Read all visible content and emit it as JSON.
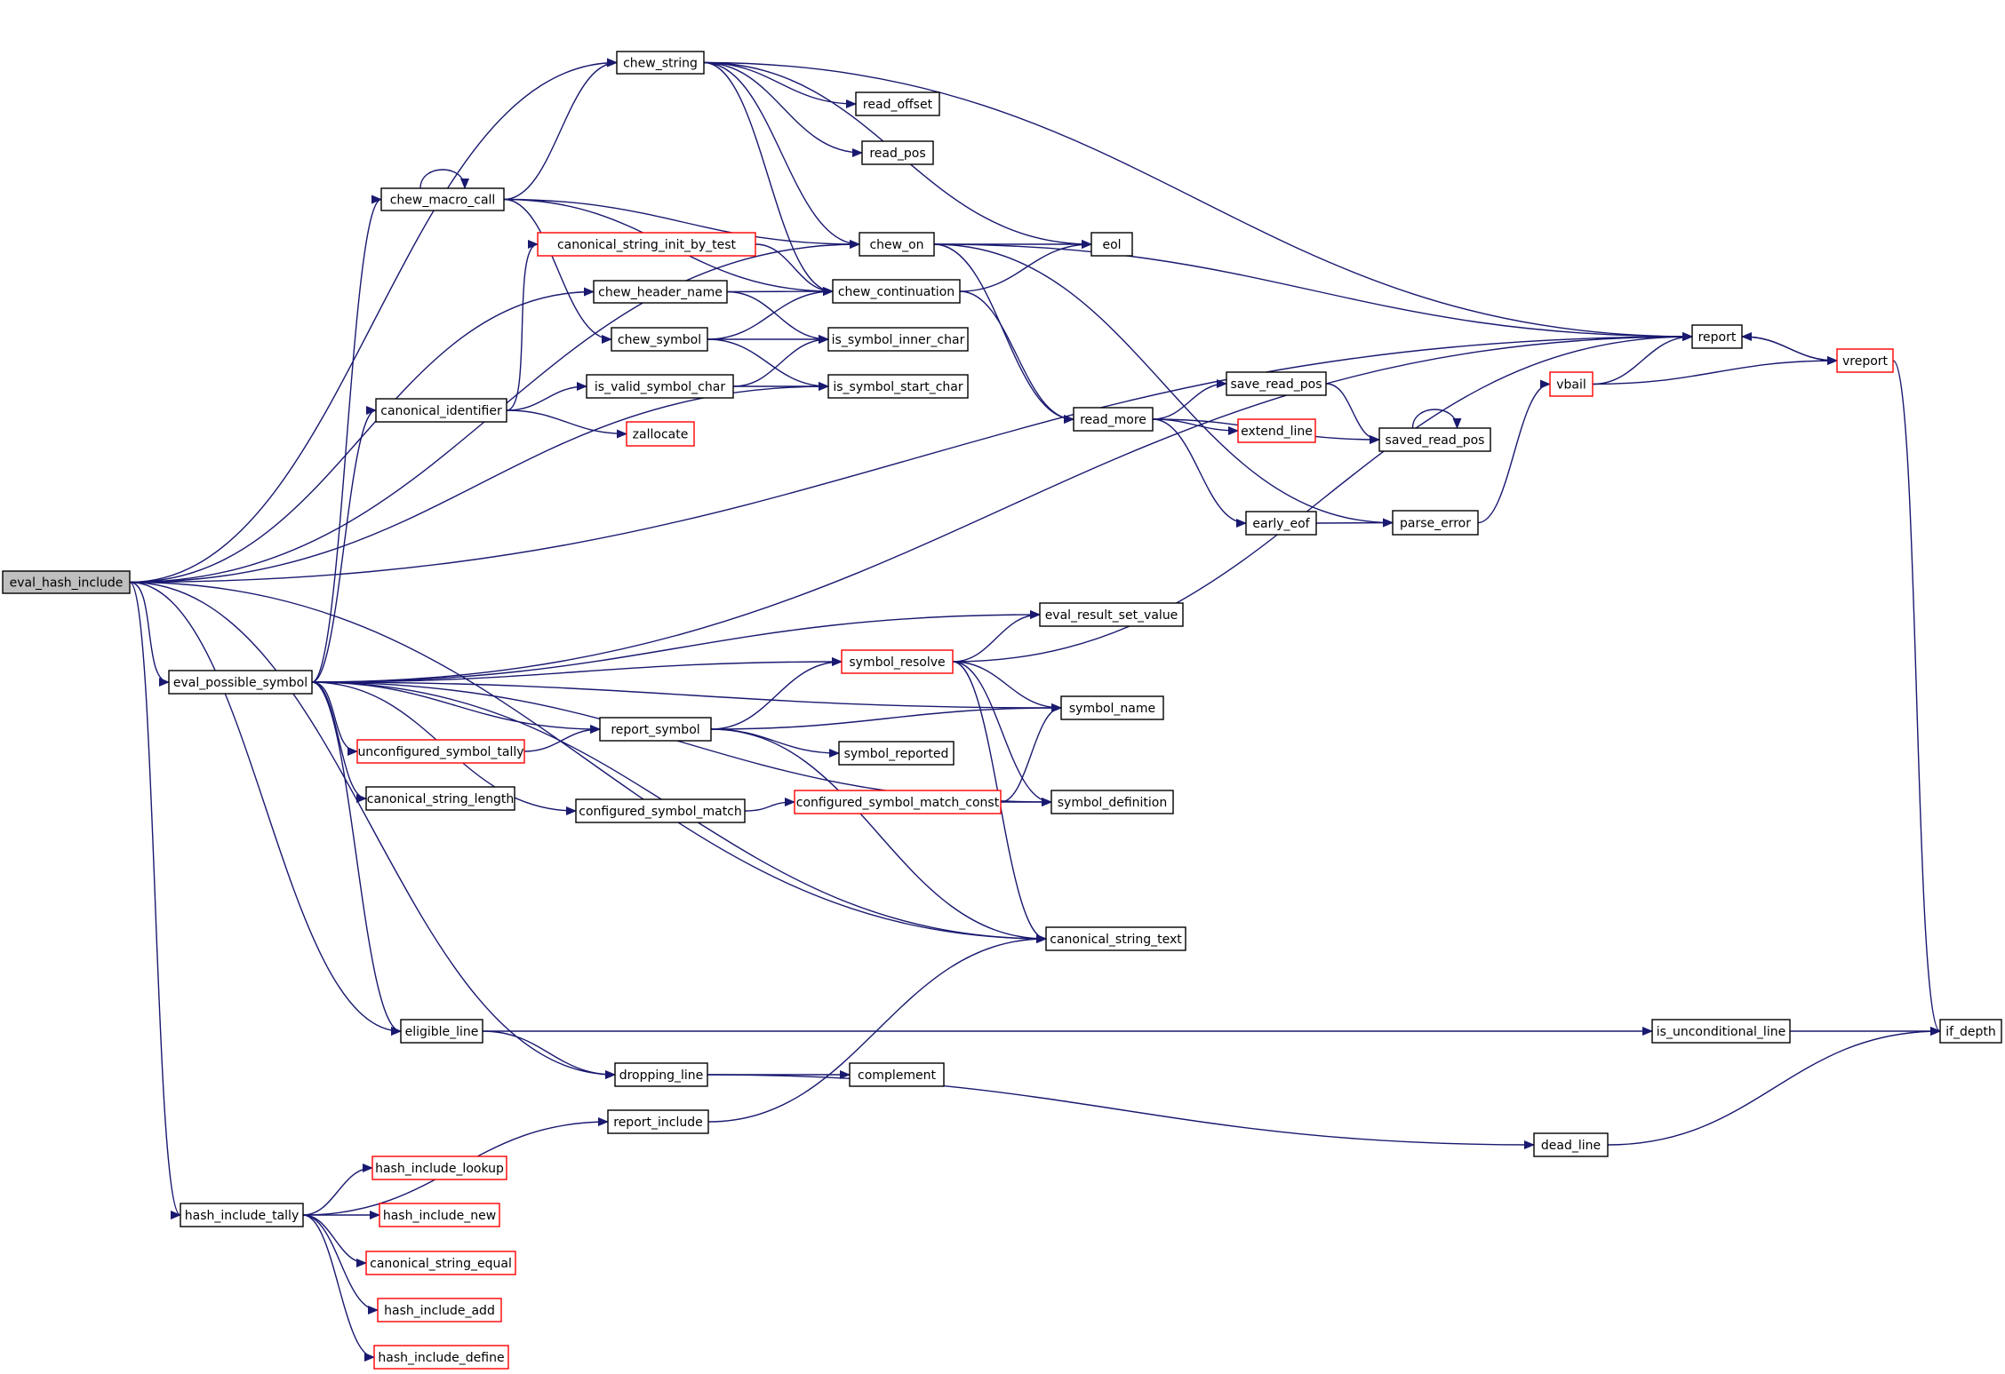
{
  "colors": {
    "edge": "#191970",
    "node_border": "#000000",
    "truncated_border": "#ff0000",
    "root_fill": "#bfbfbf"
  },
  "nodes": [
    {
      "id": "eval_hash_include",
      "label": "eval_hash_include",
      "root": true
    },
    {
      "id": "chew_string",
      "label": "chew_string"
    },
    {
      "id": "read_offset",
      "label": "read_offset"
    },
    {
      "id": "read_pos",
      "label": "read_pos"
    },
    {
      "id": "chew_macro_call",
      "label": "chew_macro_call"
    },
    {
      "id": "chew_on",
      "label": "chew_on"
    },
    {
      "id": "eol",
      "label": "eol"
    },
    {
      "id": "canonical_string_init_by_test",
      "label": "canonical_string_init_by_test",
      "truncated": true
    },
    {
      "id": "chew_header_name",
      "label": "chew_header_name"
    },
    {
      "id": "chew_continuation",
      "label": "chew_continuation"
    },
    {
      "id": "chew_symbol",
      "label": "chew_symbol"
    },
    {
      "id": "is_symbol_inner_char",
      "label": "is_symbol_inner_char"
    },
    {
      "id": "report",
      "label": "report"
    },
    {
      "id": "vreport",
      "label": "vreport",
      "truncated": true
    },
    {
      "id": "is_valid_symbol_char",
      "label": "is_valid_symbol_char"
    },
    {
      "id": "is_symbol_start_char",
      "label": "is_symbol_start_char"
    },
    {
      "id": "vbail",
      "label": "vbail",
      "truncated": true
    },
    {
      "id": "save_read_pos",
      "label": "save_read_pos"
    },
    {
      "id": "canonical_identifier",
      "label": "canonical_identifier"
    },
    {
      "id": "read_more",
      "label": "read_more"
    },
    {
      "id": "extend_line",
      "label": "extend_line",
      "truncated": true
    },
    {
      "id": "zallocate",
      "label": "zallocate",
      "truncated": true
    },
    {
      "id": "saved_read_pos",
      "label": "saved_read_pos"
    },
    {
      "id": "early_eof",
      "label": "early_eof"
    },
    {
      "id": "parse_error",
      "label": "parse_error"
    },
    {
      "id": "eval_result_set_value",
      "label": "eval_result_set_value"
    },
    {
      "id": "symbol_resolve",
      "label": "symbol_resolve",
      "truncated": true
    },
    {
      "id": "eval_possible_symbol",
      "label": "eval_possible_symbol"
    },
    {
      "id": "symbol_name",
      "label": "symbol_name"
    },
    {
      "id": "report_symbol",
      "label": "report_symbol"
    },
    {
      "id": "unconfigured_symbol_tally",
      "label": "unconfigured_symbol_tally",
      "truncated": true
    },
    {
      "id": "symbol_reported",
      "label": "symbol_reported"
    },
    {
      "id": "canonical_string_length",
      "label": "canonical_string_length"
    },
    {
      "id": "configured_symbol_match",
      "label": "configured_symbol_match"
    },
    {
      "id": "configured_symbol_match_const",
      "label": "configured_symbol_match_const",
      "truncated": true
    },
    {
      "id": "symbol_definition",
      "label": "symbol_definition"
    },
    {
      "id": "canonical_string_text",
      "label": "canonical_string_text"
    },
    {
      "id": "eligible_line",
      "label": "eligible_line"
    },
    {
      "id": "is_unconditional_line",
      "label": "is_unconditional_line"
    },
    {
      "id": "if_depth",
      "label": "if_depth"
    },
    {
      "id": "dropping_line",
      "label": "dropping_line"
    },
    {
      "id": "complement",
      "label": "complement"
    },
    {
      "id": "report_include",
      "label": "report_include"
    },
    {
      "id": "dead_line",
      "label": "dead_line"
    },
    {
      "id": "hash_include_lookup",
      "label": "hash_include_lookup",
      "truncated": true
    },
    {
      "id": "hash_include_tally",
      "label": "hash_include_tally"
    },
    {
      "id": "hash_include_new",
      "label": "hash_include_new",
      "truncated": true
    },
    {
      "id": "canonical_string_equal",
      "label": "canonical_string_equal",
      "truncated": true
    },
    {
      "id": "hash_include_add",
      "label": "hash_include_add",
      "truncated": true
    },
    {
      "id": "hash_include_define",
      "label": "hash_include_define",
      "truncated": true
    }
  ],
  "edges": [
    [
      "eval_hash_include",
      "chew_string"
    ],
    [
      "eval_hash_include",
      "report"
    ],
    [
      "eval_hash_include",
      "chew_on"
    ],
    [
      "eval_hash_include",
      "chew_header_name"
    ],
    [
      "eval_hash_include",
      "is_symbol_start_char"
    ],
    [
      "eval_hash_include",
      "eval_possible_symbol"
    ],
    [
      "eval_hash_include",
      "canonical_string_text"
    ],
    [
      "eval_hash_include",
      "eligible_line"
    ],
    [
      "eval_hash_include",
      "dropping_line"
    ],
    [
      "eval_hash_include",
      "hash_include_tally"
    ],
    [
      "chew_string",
      "read_offset"
    ],
    [
      "chew_string",
      "read_pos"
    ],
    [
      "chew_string",
      "chew_on"
    ],
    [
      "chew_string",
      "eol"
    ],
    [
      "chew_string",
      "chew_continuation"
    ],
    [
      "chew_string",
      "report"
    ],
    [
      "chew_macro_call",
      "chew_string"
    ],
    [
      "chew_macro_call",
      "chew_macro_call"
    ],
    [
      "chew_macro_call",
      "chew_on"
    ],
    [
      "chew_macro_call",
      "chew_continuation"
    ],
    [
      "chew_macro_call",
      "chew_symbol"
    ],
    [
      "chew_on",
      "eol"
    ],
    [
      "chew_on",
      "report"
    ],
    [
      "chew_on",
      "read_more"
    ],
    [
      "chew_on",
      "parse_error"
    ],
    [
      "canonical_string_init_by_test",
      "chew_continuation"
    ],
    [
      "chew_header_name",
      "chew_continuation"
    ],
    [
      "chew_header_name",
      "is_symbol_inner_char"
    ],
    [
      "chew_symbol",
      "chew_continuation"
    ],
    [
      "chew_symbol",
      "is_symbol_inner_char"
    ],
    [
      "chew_symbol",
      "is_symbol_start_char"
    ],
    [
      "chew_continuation",
      "eol"
    ],
    [
      "chew_continuation",
      "read_more"
    ],
    [
      "canonical_identifier",
      "canonical_string_init_by_test"
    ],
    [
      "canonical_identifier",
      "is_valid_symbol_char"
    ],
    [
      "canonical_identifier",
      "zallocate"
    ],
    [
      "is_valid_symbol_char",
      "is_symbol_inner_char"
    ],
    [
      "is_valid_symbol_char",
      "is_symbol_start_char"
    ],
    [
      "read_more",
      "save_read_pos"
    ],
    [
      "read_more",
      "extend_line"
    ],
    [
      "read_more",
      "saved_read_pos"
    ],
    [
      "read_more",
      "early_eof"
    ],
    [
      "save_read_pos",
      "saved_read_pos"
    ],
    [
      "saved_read_pos",
      "saved_read_pos"
    ],
    [
      "early_eof",
      "parse_error"
    ],
    [
      "parse_error",
      "vbail"
    ],
    [
      "vbail",
      "report"
    ],
    [
      "vbail",
      "vreport"
    ],
    [
      "report",
      "vreport"
    ],
    [
      "vreport",
      "report"
    ],
    [
      "vreport",
      "if_depth"
    ],
    [
      "eval_possible_symbol",
      "chew_macro_call"
    ],
    [
      "eval_possible_symbol",
      "canonical_identifier"
    ],
    [
      "eval_possible_symbol",
      "report"
    ],
    [
      "eval_possible_symbol",
      "eval_result_set_value"
    ],
    [
      "eval_possible_symbol",
      "symbol_name"
    ],
    [
      "eval_possible_symbol",
      "symbol_resolve"
    ],
    [
      "eval_possible_symbol",
      "report_symbol"
    ],
    [
      "eval_possible_symbol",
      "unconfigured_symbol_tally"
    ],
    [
      "eval_possible_symbol",
      "canonical_string_length"
    ],
    [
      "eval_possible_symbol",
      "configured_symbol_match"
    ],
    [
      "eval_possible_symbol",
      "symbol_definition"
    ],
    [
      "eval_possible_symbol",
      "canonical_string_text"
    ],
    [
      "eval_possible_symbol",
      "eligible_line"
    ],
    [
      "symbol_resolve",
      "eval_result_set_value"
    ],
    [
      "symbol_resolve",
      "symbol_name"
    ],
    [
      "symbol_resolve",
      "symbol_definition"
    ],
    [
      "symbol_resolve",
      "canonical_string_text"
    ],
    [
      "symbol_resolve",
      "report"
    ],
    [
      "unconfigured_symbol_tally",
      "report_symbol"
    ],
    [
      "report_symbol",
      "symbol_resolve"
    ],
    [
      "report_symbol",
      "symbol_name"
    ],
    [
      "report_symbol",
      "symbol_reported"
    ],
    [
      "report_symbol",
      "canonical_string_text"
    ],
    [
      "configured_symbol_match",
      "configured_symbol_match_const"
    ],
    [
      "configured_symbol_match_const",
      "symbol_name"
    ],
    [
      "configured_symbol_match_const",
      "symbol_definition"
    ],
    [
      "eligible_line",
      "dropping_line"
    ],
    [
      "eligible_line",
      "is_unconditional_line"
    ],
    [
      "is_unconditional_line",
      "if_depth"
    ],
    [
      "dropping_line",
      "complement"
    ],
    [
      "dropping_line",
      "dead_line"
    ],
    [
      "dead_line",
      "if_depth"
    ],
    [
      "report_include",
      "canonical_string_text"
    ],
    [
      "hash_include_tally",
      "report_include"
    ],
    [
      "hash_include_tally",
      "hash_include_lookup"
    ],
    [
      "hash_include_tally",
      "hash_include_new"
    ],
    [
      "hash_include_tally",
      "canonical_string_equal"
    ],
    [
      "hash_include_tally",
      "hash_include_add"
    ],
    [
      "hash_include_tally",
      "hash_include_define"
    ]
  ]
}
